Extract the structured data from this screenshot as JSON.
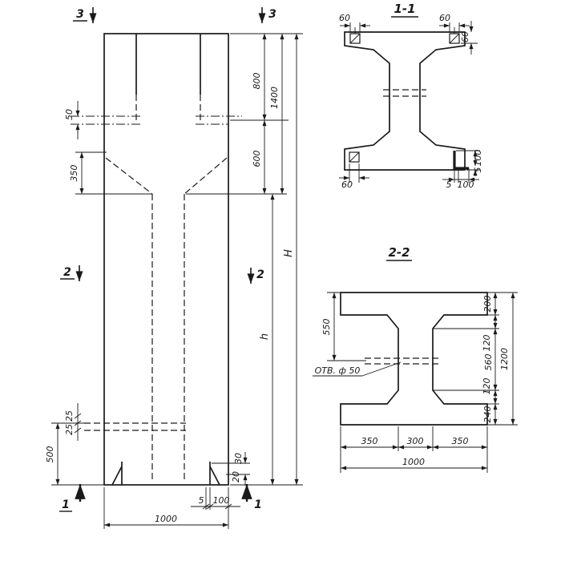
{
  "colors": {
    "ink": "#1a1a1a",
    "paper": "#ffffff"
  },
  "elevation": {
    "marker_3_left": "3",
    "marker_3_right": "3",
    "marker_2_left": "2",
    "marker_2_right": "2",
    "marker_1_left": "1",
    "marker_1_right": "1",
    "dim_50": "50",
    "dim_800": "800",
    "dim_1400": "1400",
    "dim_600": "600",
    "dim_350": "350",
    "dim_H": "H",
    "dim_h": "h",
    "dim_500": "500",
    "dim_25_a": "25",
    "dim_25_b": "25",
    "dim_30": "30",
    "dim_20": "20",
    "dim_5": "5",
    "dim_100": "100",
    "dim_1000": "1000"
  },
  "section_1_1": {
    "title": "1-1",
    "dim_60_top_left": "60",
    "dim_60_top_right": "60",
    "dim_60_right": "60",
    "dim_60_bottom_left": "60",
    "dim_5_bottom": "5",
    "dim_100_bottom": "100",
    "dim_100_right": "100",
    "dim_5_right": "5"
  },
  "section_2_2": {
    "title": "2-2",
    "hole_label": "ОТВ. ф 50",
    "dim_550": "550",
    "dim_200": "200",
    "dim_120_top": "120",
    "dim_560": "560",
    "dim_120_bottom": "120",
    "dim_240": "240",
    "dim_1200": "1200",
    "dim_350_left": "350",
    "dim_300": "300",
    "dim_350_right": "350",
    "dim_1000": "1000"
  }
}
